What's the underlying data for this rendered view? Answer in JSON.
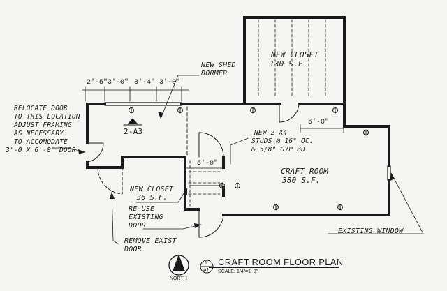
{
  "rooms": {
    "closet_large": {
      "name": "NEW CLOSET",
      "area": "130 S.F."
    },
    "craft_room": {
      "name": "CRAFT ROOM",
      "area": "380 S.F."
    },
    "closet_small": {
      "name": "NEW CLOSET",
      "area": "36 S.F."
    }
  },
  "dimensions": {
    "top": [
      "2'-5\"",
      "3'-0\"",
      "3'-4\"",
      "3'-0\""
    ],
    "closet_door": "5'-0\"",
    "small_closet": "5'-0\""
  },
  "notes": {
    "shed_dormer": [
      "NEW SHED",
      "DORMER"
    ],
    "relocate_door": [
      "RELOCATE DOOR",
      "TO THIS LOCATION",
      "ADJUST FRAMING",
      "AS NECESSARY",
      "TO ACCOMODATE",
      "3'-0 X 6'-8\" DOOR"
    ],
    "studs": [
      "NEW 2 X4",
      "STUDS @ 16\" OC.",
      "& 5/8\" GYP BD."
    ],
    "reuse_door": [
      "RE-USE",
      "EXISTING",
      "DOOR"
    ],
    "remove_door": [
      "REMOVE EXIST",
      "DOOR"
    ],
    "existing_window": "EXISTING WINDOW",
    "section_ref": "2-A3"
  },
  "title_block": {
    "title": "CRAFT ROOM FLOOR PLAN",
    "number": "1",
    "sheet": "A1",
    "scale": "SCALE: 1/4\"=1'-0\"",
    "north": "NORTH"
  }
}
